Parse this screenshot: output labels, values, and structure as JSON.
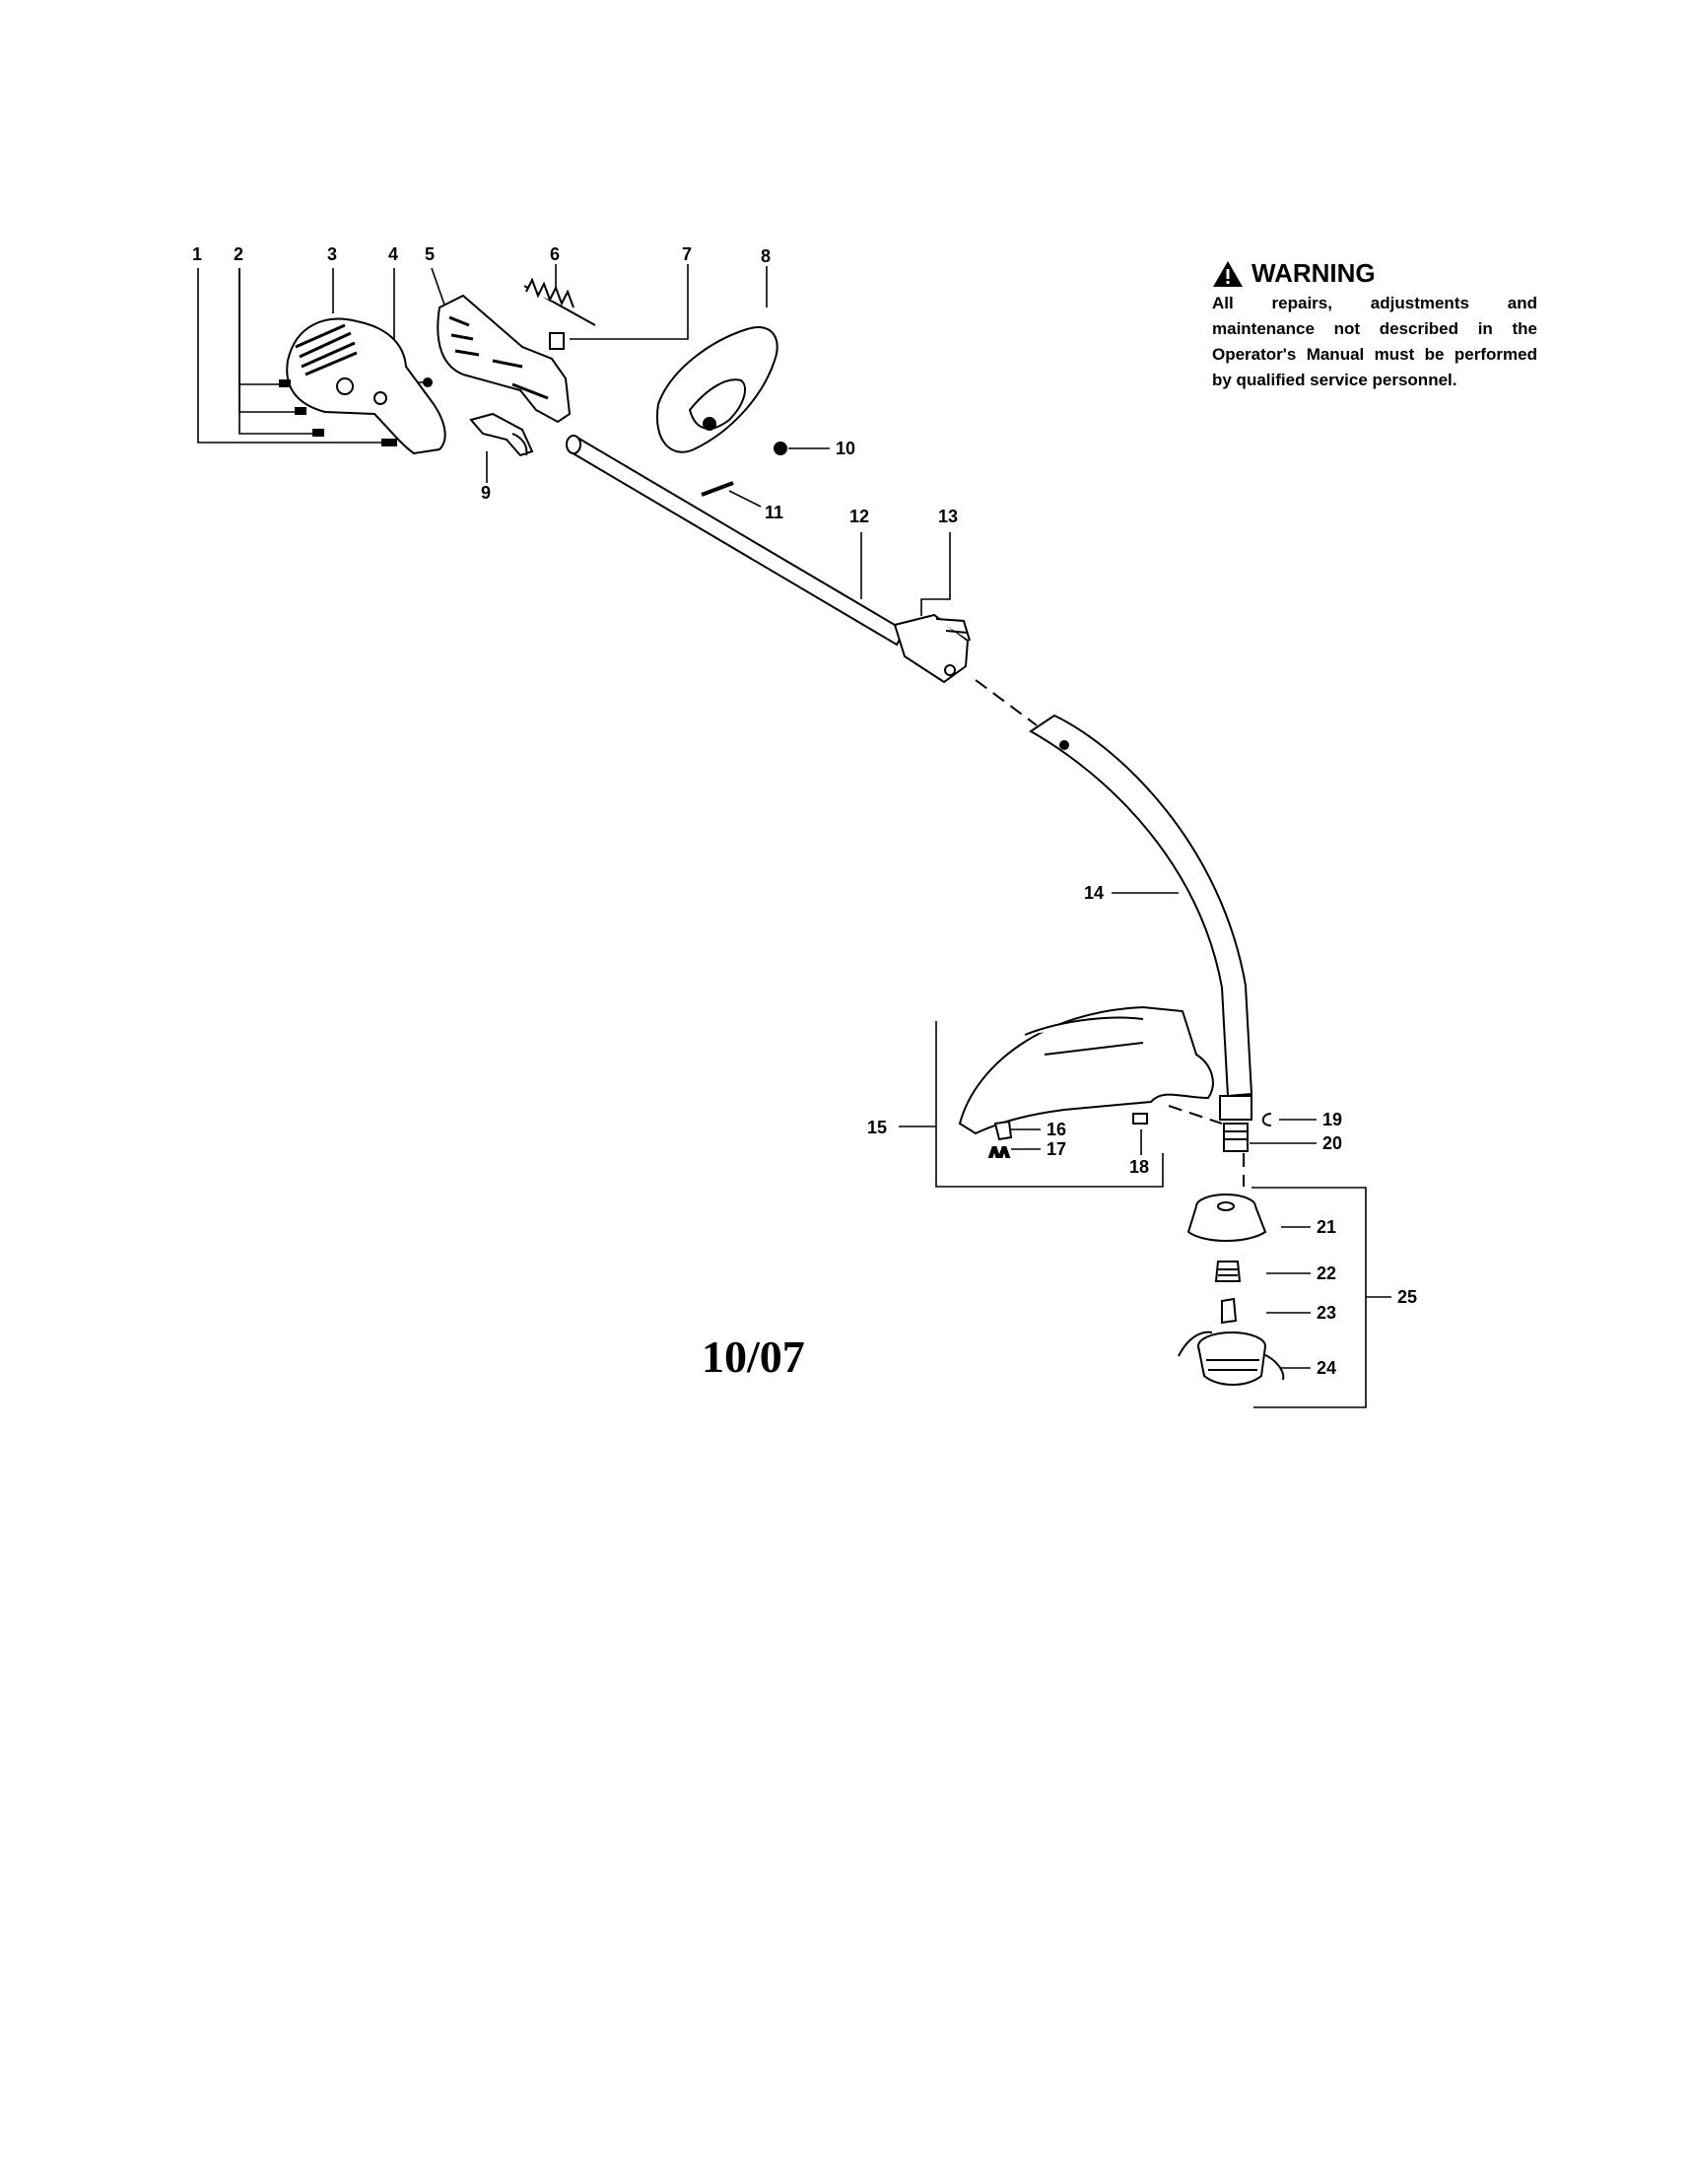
{
  "warning": {
    "title": "WARNING",
    "text": "All repairs, adjustments and maintenance not described in the Operator's Manual must be performed by qualified service personnel."
  },
  "date_code": "10/07",
  "part_numbers": [
    "1",
    "2",
    "3",
    "4",
    "5",
    "6",
    "7",
    "8",
    "9",
    "10",
    "11",
    "12",
    "13",
    "14",
    "15",
    "16",
    "17",
    "18",
    "19",
    "20",
    "21",
    "22",
    "23",
    "24",
    "25"
  ]
}
